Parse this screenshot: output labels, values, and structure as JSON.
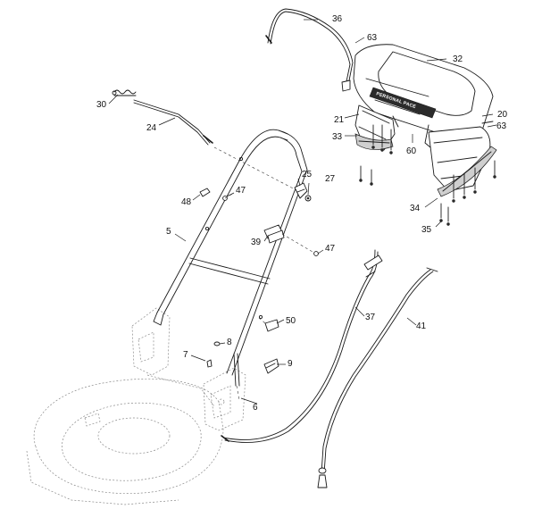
{
  "diagram": {
    "brand_text": "PERSONAL PACE",
    "callouts": {
      "c36": "36",
      "c63a": "63",
      "c32": "32",
      "c30": "30",
      "c24": "24",
      "c21": "21",
      "c33": "33",
      "c60": "60",
      "c20": "20",
      "c63b": "63",
      "c25": "25",
      "c27": "27",
      "c48": "48",
      "c47a": "47",
      "c34": "34",
      "c5": "5",
      "c39": "39",
      "c47b": "47",
      "c35": "35",
      "c37": "37",
      "c41": "41",
      "c50": "50",
      "c8": "8",
      "c7": "7",
      "c9": "9",
      "c6": "6"
    }
  }
}
